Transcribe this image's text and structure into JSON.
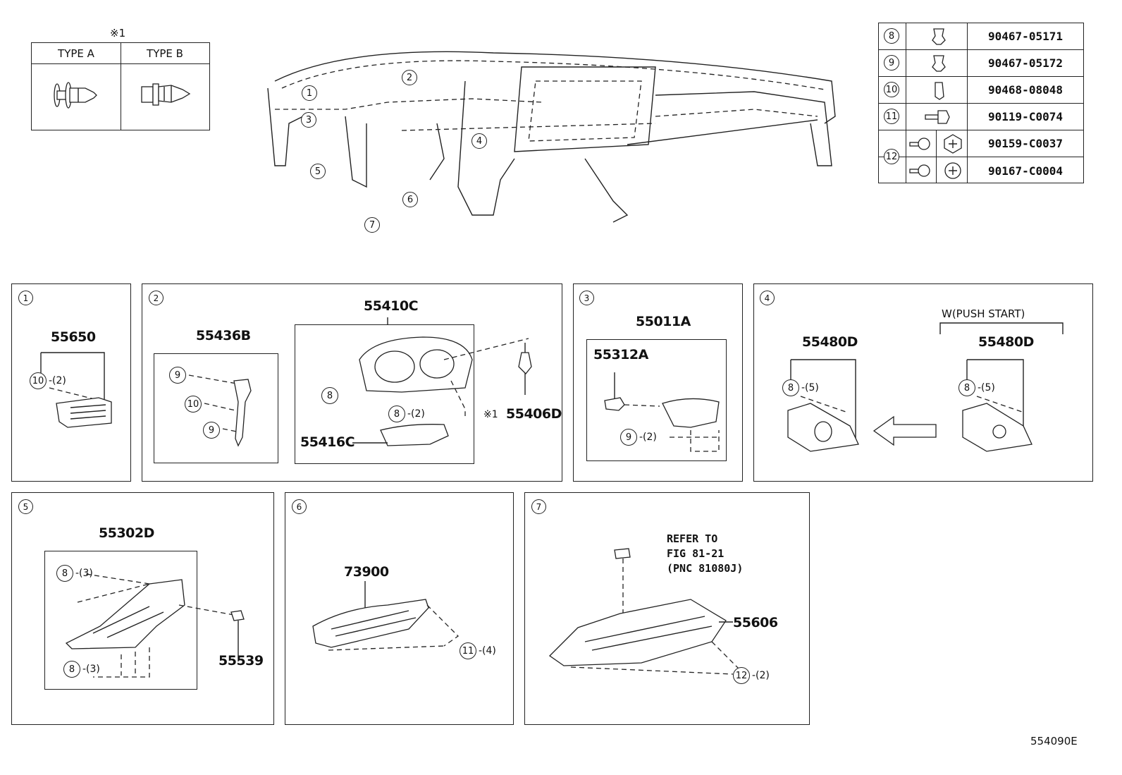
{
  "header": {
    "note_mark": "※1",
    "type_a": "TYPE A",
    "type_b": "TYPE B"
  },
  "overview": {
    "callouts": [
      "1",
      "2",
      "3",
      "4",
      "5",
      "6",
      "7"
    ]
  },
  "parts_table": {
    "rows": [
      {
        "ref": "8",
        "number": "90467-05171"
      },
      {
        "ref": "9",
        "number": "90467-05172"
      },
      {
        "ref": "10",
        "number": "90468-08048"
      },
      {
        "ref": "11",
        "number": "90119-C0074"
      },
      {
        "ref": "12",
        "number": "90159-C0037"
      },
      {
        "ref": "",
        "number": "90167-C0004"
      }
    ]
  },
  "sections": {
    "s1": {
      "num": "1",
      "part": "55650",
      "callout_ref": "10",
      "callout_qty": "-(2)"
    },
    "s2": {
      "num": "2",
      "p1": "55436B",
      "p2": "55410C",
      "p3": "55416C",
      "p4": "55406D",
      "note": "※1",
      "c9a": "9",
      "c10": "10",
      "c9b": "9",
      "c8a": "8",
      "c8b": "8",
      "c8b_qty": "-(2)"
    },
    "s3": {
      "num": "3",
      "p1": "55011A",
      "p2": "55312A",
      "c9": "9",
      "c9_qty": "-(2)"
    },
    "s4": {
      "num": "4",
      "p1": "55480D",
      "p2": "55480D",
      "condition": "W(PUSH START)",
      "c8a": "8",
      "c8a_qty": "-(5)",
      "c8b": "8",
      "c8b_qty": "-(5)"
    },
    "s5": {
      "num": "5",
      "p1": "55302D",
      "p2": "55539",
      "c8a": "8",
      "c8a_qty": "-(3)",
      "c8b": "8",
      "c8b_qty": "-(3)"
    },
    "s6": {
      "num": "6",
      "p1": "73900",
      "c11": "11",
      "c11_qty": "-(4)"
    },
    "s7": {
      "num": "7",
      "p1": "55606",
      "ref_text": "REFER TO\nFIG 81-21\n(PNC 81080J)",
      "c12": "12",
      "c12_qty": "-(2)"
    }
  },
  "footer": {
    "figure_id": "554090E"
  }
}
